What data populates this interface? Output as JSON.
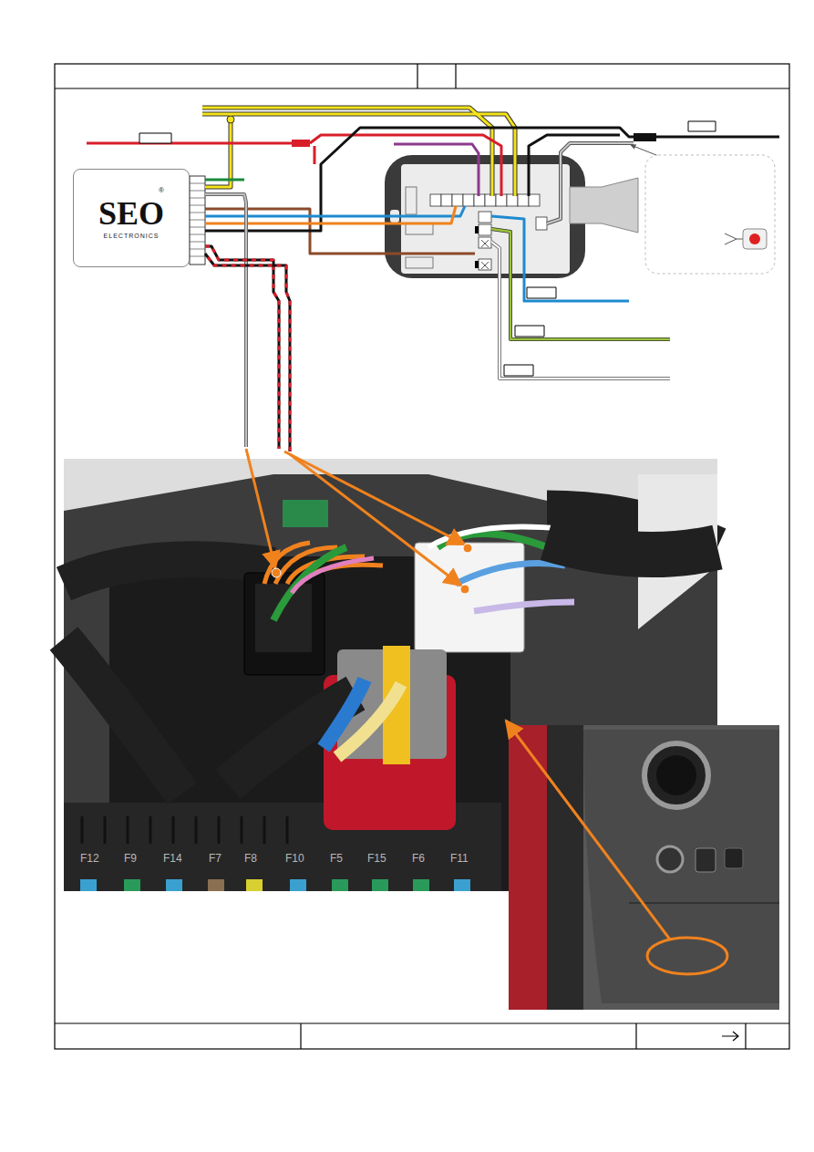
{
  "diagram": {
    "nodes": [
      {
        "text": [
          "SEO",
          "ELECTRONICS"
        ]
      }
    ],
    "labels": [
      "®",
      "F12",
      "F9",
      "F14",
      "F7",
      "F8",
      "F10",
      "F5",
      "F15",
      "F6",
      "F11"
    ]
  }
}
